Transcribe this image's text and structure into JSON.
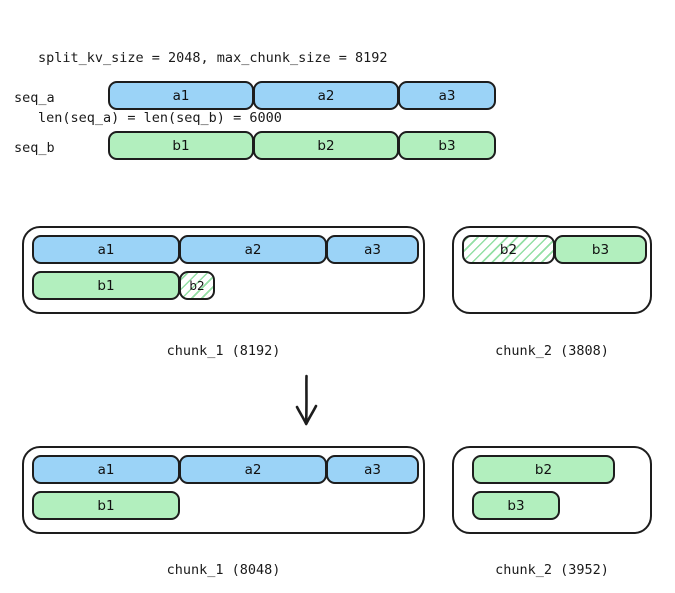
{
  "header": {
    "line1": "split_kv_size = 2048, max_chunk_size = 8192",
    "line2": "len(seq_a) = len(seq_b) = 6000",
    "split_kv_size": 2048,
    "max_chunk_size": 8192,
    "len_seq_a": 6000,
    "len_seq_b": 6000
  },
  "colors": {
    "blue": "#9BD3F7",
    "green": "#B2EFBE",
    "hatch_stripe": "#93dfa4",
    "outline": "#1d1d1d",
    "background": "#ffffff",
    "text": "#1a1a1a"
  },
  "sequences": {
    "seq_a": {
      "label": "seq_a",
      "color": "blue",
      "blocks": [
        {
          "label": "a1",
          "style": "solid"
        },
        {
          "label": "a2",
          "style": "solid"
        },
        {
          "label": "a3",
          "style": "solid"
        }
      ]
    },
    "seq_b": {
      "label": "seq_b",
      "color": "green",
      "blocks": [
        {
          "label": "b1",
          "style": "solid"
        },
        {
          "label": "b2",
          "style": "solid"
        },
        {
          "label": "b3",
          "style": "solid"
        }
      ]
    }
  },
  "before": {
    "arrow": "down-arrow",
    "chunks": [
      {
        "label": "chunk_1 (8192)",
        "name": "chunk_1",
        "size": 8192,
        "rows": [
          [
            {
              "label": "a1",
              "color": "blue",
              "style": "solid"
            },
            {
              "label": "a2",
              "color": "blue",
              "style": "solid"
            },
            {
              "label": "a3",
              "color": "blue",
              "style": "solid"
            }
          ],
          [
            {
              "label": "b1",
              "color": "green",
              "style": "solid"
            },
            {
              "label": "b2",
              "color": "green",
              "style": "hatched"
            }
          ]
        ]
      },
      {
        "label": "chunk_2 (3808)",
        "name": "chunk_2",
        "size": 3808,
        "rows": [
          [
            {
              "label": "b2",
              "color": "green",
              "style": "hatched"
            },
            {
              "label": "b3",
              "color": "green",
              "style": "solid"
            }
          ]
        ]
      }
    ]
  },
  "after": {
    "chunks": [
      {
        "label": "chunk_1 (8048)",
        "name": "chunk_1",
        "size": 8048,
        "rows": [
          [
            {
              "label": "a1",
              "color": "blue",
              "style": "solid"
            },
            {
              "label": "a2",
              "color": "blue",
              "style": "solid"
            },
            {
              "label": "a3",
              "color": "blue",
              "style": "solid"
            }
          ],
          [
            {
              "label": "b1",
              "color": "green",
              "style": "solid"
            }
          ]
        ]
      },
      {
        "label": "chunk_2 (3952)",
        "name": "chunk_2",
        "size": 3952,
        "rows": [
          [
            {
              "label": "b2",
              "color": "green",
              "style": "solid"
            }
          ],
          [
            {
              "label": "b3",
              "color": "green",
              "style": "solid"
            }
          ]
        ]
      }
    ]
  }
}
